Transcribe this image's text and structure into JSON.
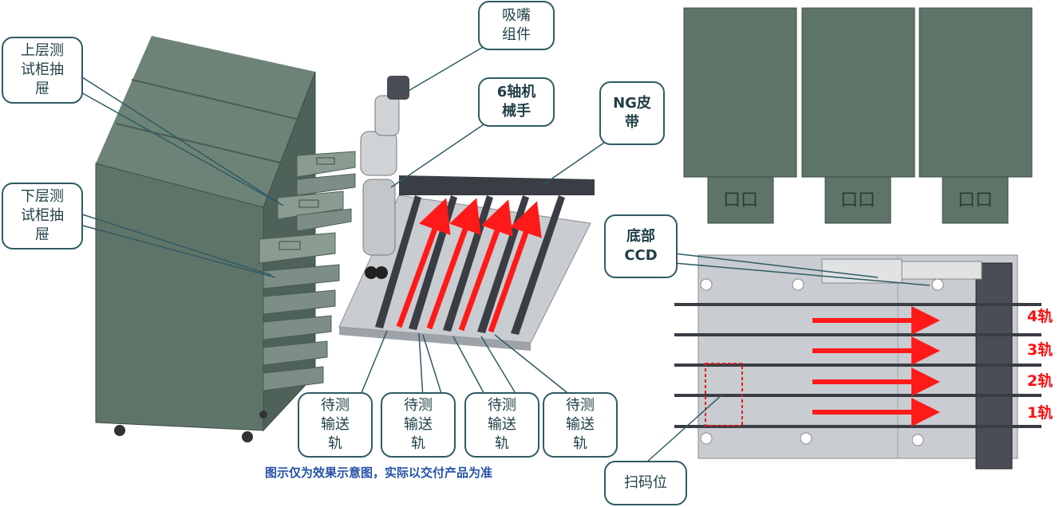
{
  "colors": {
    "cabinet": "#5f7469",
    "cabinet_dark": "#4a5d54",
    "drawer": "#7c8e85",
    "frame": "#bfc3c6",
    "rail": "#3a3d44",
    "arrow": "#ff1a1a",
    "callout_border": "#2f5b63",
    "caption": "#2552a8"
  },
  "callouts": {
    "suction_nozzle": "吸嘴\n组件",
    "robot_arm": "6轴机\n械手",
    "ng_belt": "NG皮\n带",
    "upper_drawer": "上层测\n试柜抽\n屉",
    "lower_drawer": "下层测\n试柜抽\n屉",
    "bottom_ccd": "底部\nCCD",
    "conveyor_1": "待测\n输送\n轨",
    "conveyor_2": "待测\n输送\n轨",
    "conveyor_3": "待测\n输送\n轨",
    "conveyor_4": "待测\n输送\n轨",
    "scan_position": "扫码位"
  },
  "rail_labels": [
    "4轨",
    "3轨",
    "2轨",
    "1轨"
  ],
  "top_view_box_text": [
    "口口",
    "口口",
    "口口"
  ],
  "caption": "图示仅为效果示意图，实际以交付产品为准"
}
